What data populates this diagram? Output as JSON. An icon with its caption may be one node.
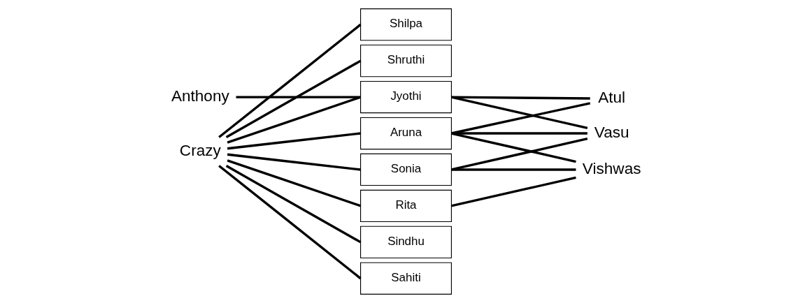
{
  "diagram": {
    "nodes": [
      {
        "text": [
          "Anthony"
        ]
      },
      {
        "text": [
          "Crazy"
        ]
      },
      {
        "text": [
          "Shilpa"
        ]
      },
      {
        "text": [
          "Shruthi"
        ]
      },
      {
        "text": [
          "Jyothi"
        ]
      },
      {
        "text": [
          "Aruna"
        ]
      },
      {
        "text": [
          "Sonia"
        ]
      },
      {
        "text": [
          "Rita"
        ]
      },
      {
        "text": [
          "Sindhu"
        ]
      },
      {
        "text": [
          "Sahiti"
        ]
      },
      {
        "text": [
          "Atul"
        ]
      },
      {
        "text": [
          "Vishwas"
        ]
      },
      {
        "text": [
          "Vasu"
        ]
      }
    ],
    "edges": [
      {
        "from": 0,
        "to": 4,
        "arrow": "none"
      },
      {
        "from": 1,
        "to": 2,
        "arrow": "none"
      },
      {
        "from": 1,
        "to": 3,
        "arrow": "none"
      },
      {
        "from": 1,
        "to": 4,
        "arrow": "none"
      },
      {
        "from": 1,
        "to": 5,
        "arrow": "none"
      },
      {
        "from": 1,
        "to": 6,
        "arrow": "none"
      },
      {
        "from": 1,
        "to": 7,
        "arrow": "none"
      },
      {
        "from": 1,
        "to": 8,
        "arrow": "none"
      },
      {
        "from": 1,
        "to": 9,
        "arrow": "none"
      },
      {
        "from": 4,
        "to": 10,
        "arrow": "none"
      },
      {
        "from": 5,
        "to": 10,
        "arrow": "none"
      },
      {
        "from": 4,
        "to": 12,
        "arrow": "none"
      },
      {
        "from": 5,
        "to": 11,
        "arrow": "none"
      },
      {
        "from": 5,
        "to": 12,
        "arrow": "none"
      },
      {
        "from": 6,
        "to": 11,
        "arrow": "none"
      },
      {
        "from": 6,
        "to": 12,
        "arrow": "none"
      },
      {
        "from": 7,
        "to": 11,
        "arrow": "none"
      }
    ]
  }
}
